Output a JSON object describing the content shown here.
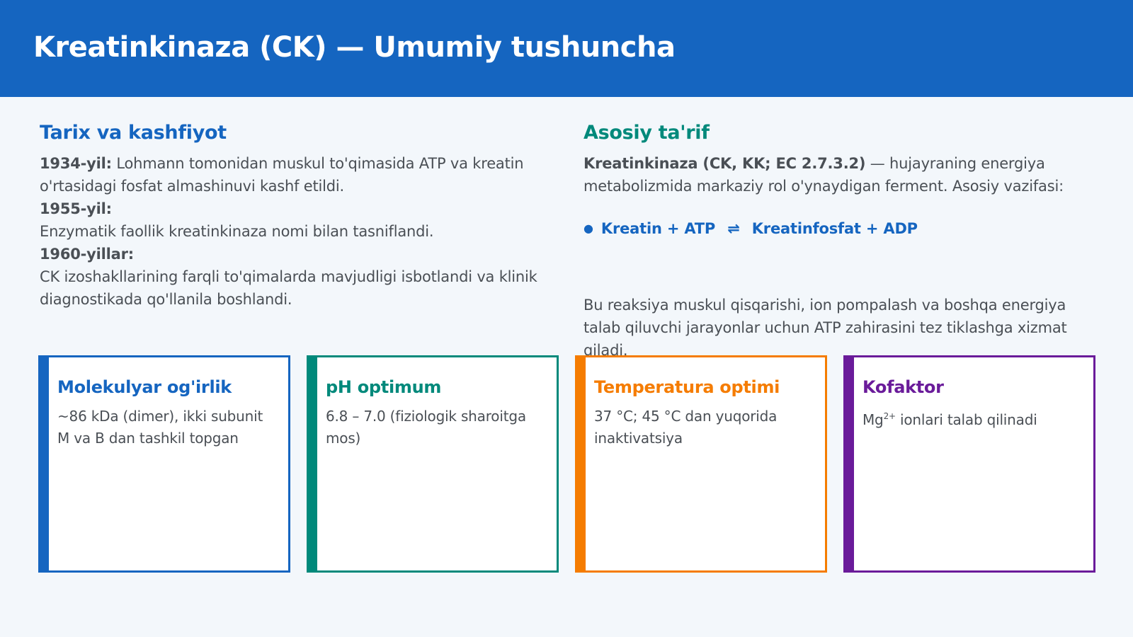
{
  "header": {
    "title": "Kreatinkinaza (CK) — Umumiy tushuncha"
  },
  "history": {
    "title": "Tarix va kashfiyot",
    "items": [
      {
        "year": "1934-yil:",
        "text": " Lohmann tomonidan muskul to'qimasida ATP va kreatin o'rtasidagi fosfat almashinuvi kashf etildi."
      },
      {
        "year": "1955-yil:",
        "text": "Enzymatik faollik kreatinkinaza nomi bilan tasniflandi."
      },
      {
        "year": "1960-yillar:",
        "text": "CK izoshakllarining farqli to'qimalarda mavjudligi isbotlandi va klinik diagnostikada qo'llanila boshlandi."
      }
    ]
  },
  "definition": {
    "title": "Asosiy ta'rif",
    "term": "Kreatinkinaza (CK, KK; EC 2.7.3.2)",
    "text": " — hujayraning energiya metabolizmida markaziy rol o'ynaydigan ferment. Asosiy vazifasi:",
    "reaction_left": "Kreatin + ATP",
    "reaction_arrow": "⇌",
    "reaction_right": "Kreatinfosfat + ADP",
    "note": "Bu reaksiya muskul qisqarishi, ion pompalash va boshqa energiya talab qiluvchi jarayonlar uchun ATP zahirasini tez tiklashga xizmat qiladi."
  },
  "cards": [
    {
      "title": "Molekulyar og'irlik",
      "text": "~86 kDa (dimer), ikki subunit M va B dan tashkil topgan",
      "color": "#1565c0"
    },
    {
      "title": "pH optimum",
      "text": "6.8 – 7.0 (fiziologik sharoitga mos)",
      "color": "#00897b"
    },
    {
      "title": "Temperatura optimi",
      "text": "37 °C; 45 °C dan yuqorida inaktivatsiya",
      "color": "#f57c00"
    },
    {
      "title": "Kofaktor",
      "text_pre": "Mg",
      "text_sup": "2+",
      "text_post": " ionlari talab qilinadi",
      "color": "#6a1b9a"
    }
  ],
  "colors": {
    "header_bg": "#1565c0",
    "page_bg": "#f3f7fb"
  }
}
